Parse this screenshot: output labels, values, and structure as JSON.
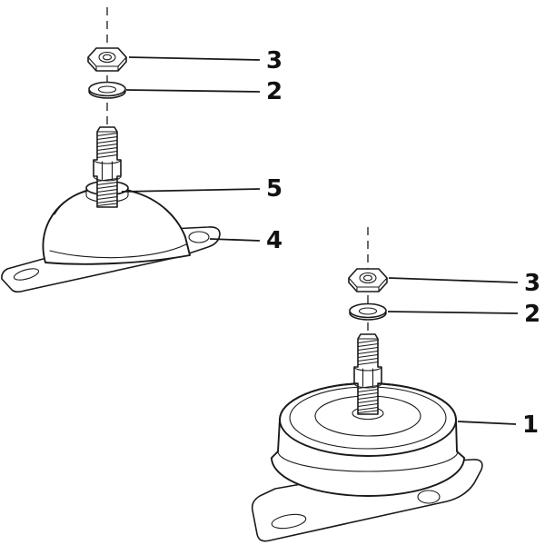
{
  "colors": {
    "ink": "#1a1a1a",
    "background": "#ffffff"
  },
  "callouts": [
    {
      "part": "hex-nut-upper",
      "label": "3"
    },
    {
      "part": "washer-upper",
      "label": "2"
    },
    {
      "part": "stud-upper",
      "label": "5"
    },
    {
      "part": "mount-bracket-upper",
      "label": "4"
    },
    {
      "part": "hex-nut-lower",
      "label": "3"
    },
    {
      "part": "washer-lower",
      "label": "2"
    },
    {
      "part": "engine-mount-lower",
      "label": "1"
    }
  ]
}
